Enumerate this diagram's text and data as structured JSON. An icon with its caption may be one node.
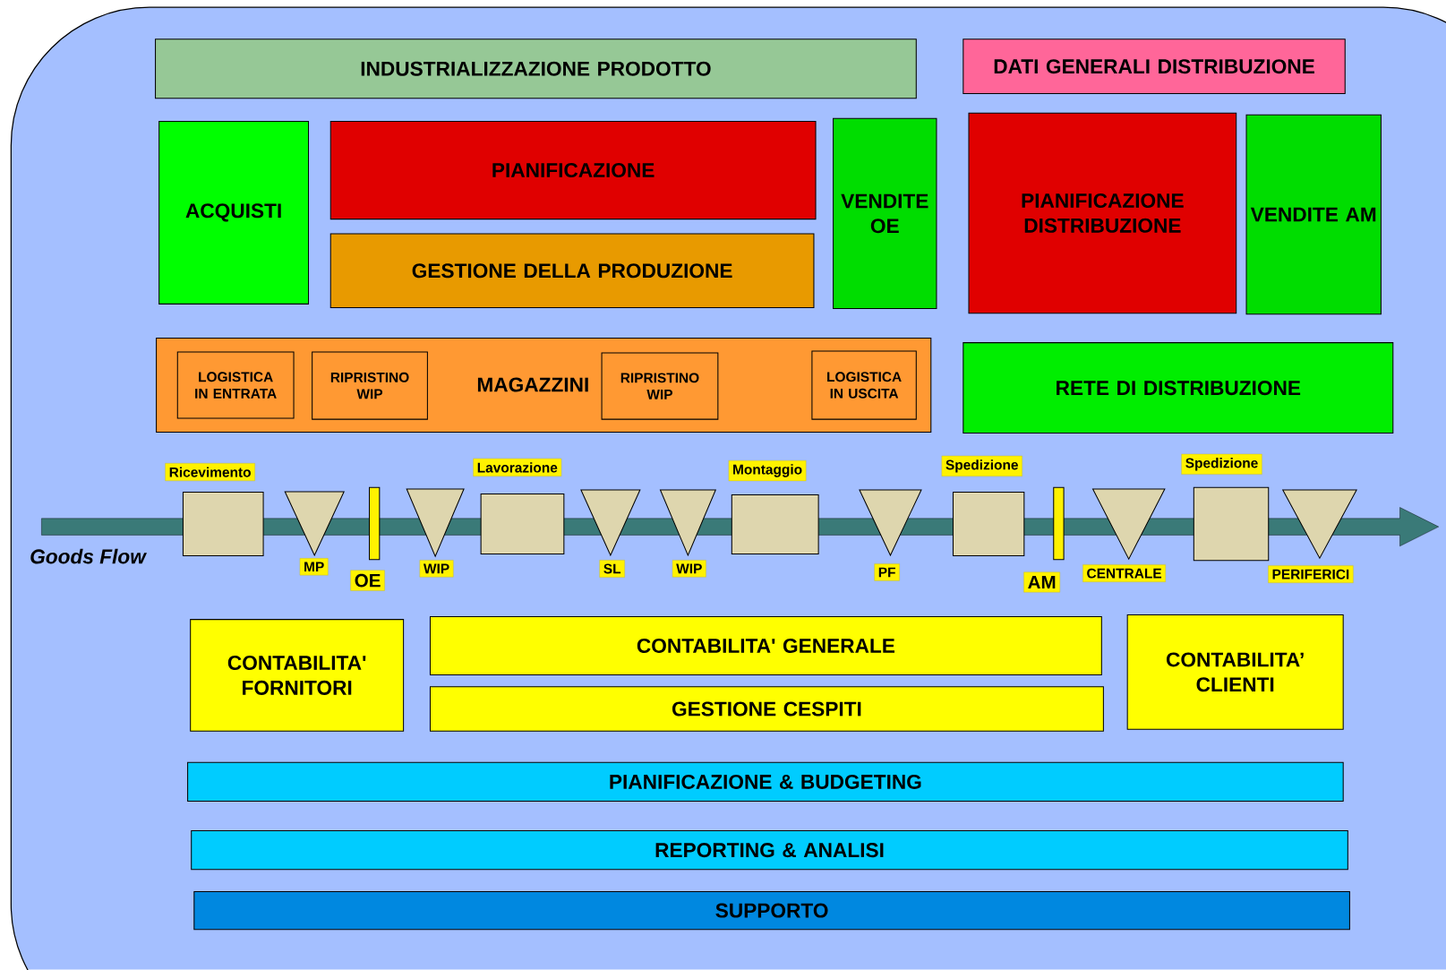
{
  "diagram": {
    "nodes": [
      {
        "text": [
          "INDUSTRIALIZZAZIONE PRODOTTO"
        ]
      },
      {
        "text": [
          "DATI GENERALI DISTRIBUZIONE"
        ]
      },
      {
        "text": [
          "ACQUISTI"
        ]
      },
      {
        "text": [
          "PIANIFICAZIONE"
        ]
      },
      {
        "text": [
          "GESTIONE DELLA PRODUZIONE"
        ]
      },
      {
        "text": [
          "VENDITE OE"
        ]
      },
      {
        "text": [
          "PIANIFICAZIONE DISTRIBUZIONE"
        ]
      },
      {
        "text": [
          "VENDITE AM"
        ]
      },
      {
        "text": [
          "MAGAZZINI"
        ]
      },
      {
        "text": [
          "LOGISTICA IN ENTRATA"
        ],
        "in": 8
      },
      {
        "text": [
          "RIPRISTINO WIP"
        ],
        "in": 8
      },
      {
        "text": [
          "RIPRISTINO WIP"
        ],
        "in": 8
      },
      {
        "text": [
          "LOGISTICA IN USCITA"
        ],
        "in": 8
      },
      {
        "text": [
          "RETE DI DISTRIBUZIONE"
        ]
      },
      {
        "text": [
          "Ricevimento"
        ]
      },
      {
        "text": [
          "Lavorazione"
        ]
      },
      {
        "text": [
          "Montaggio"
        ]
      },
      {
        "text": [
          "Spedizione"
        ]
      },
      {
        "text": [
          "Spedizione"
        ]
      },
      {
        "text": [],
        "shape": "box"
      },
      {
        "text": [],
        "shape": "triangle"
      },
      {
        "text": [],
        "shape": "bar"
      },
      {
        "text": [],
        "shape": "triangle"
      },
      {
        "text": [],
        "shape": "box"
      },
      {
        "text": [],
        "shape": "triangle"
      },
      {
        "text": [],
        "shape": "triangle"
      },
      {
        "text": [],
        "shape": "box"
      },
      {
        "text": [],
        "shape": "triangle"
      },
      {
        "text": [],
        "shape": "box"
      },
      {
        "text": [],
        "shape": "bar"
      },
      {
        "text": [],
        "shape": "triangle"
      },
      {
        "text": [],
        "shape": "box"
      },
      {
        "text": [],
        "shape": "triangle"
      },
      {
        "text": [
          "MP"
        ]
      },
      {
        "text": [
          "OE"
        ]
      },
      {
        "text": [
          "WIP"
        ]
      },
      {
        "text": [
          "SL"
        ]
      },
      {
        "text": [
          "WIP"
        ]
      },
      {
        "text": [
          "PF"
        ]
      },
      {
        "text": [
          "AM"
        ]
      },
      {
        "text": [
          "CENTRALE"
        ]
      },
      {
        "text": [
          "PERIFERICI"
        ]
      },
      {
        "text": [
          "CONTABILITA' FORNITORI"
        ]
      },
      {
        "text": [
          "CONTABILITA' GENERALE"
        ]
      },
      {
        "text": [
          "CONTABILITA’ CLIENTI"
        ]
      },
      {
        "text": [
          "GESTIONE CESPITI"
        ]
      },
      {
        "text": [
          "PIANIFICAZIONE & BUDGETING"
        ]
      },
      {
        "text": [
          "REPORTING & ANALISI"
        ]
      },
      {
        "text": [
          "SUPPORTO"
        ]
      }
    ],
    "labels": [
      "Goods Flow"
    ]
  }
}
